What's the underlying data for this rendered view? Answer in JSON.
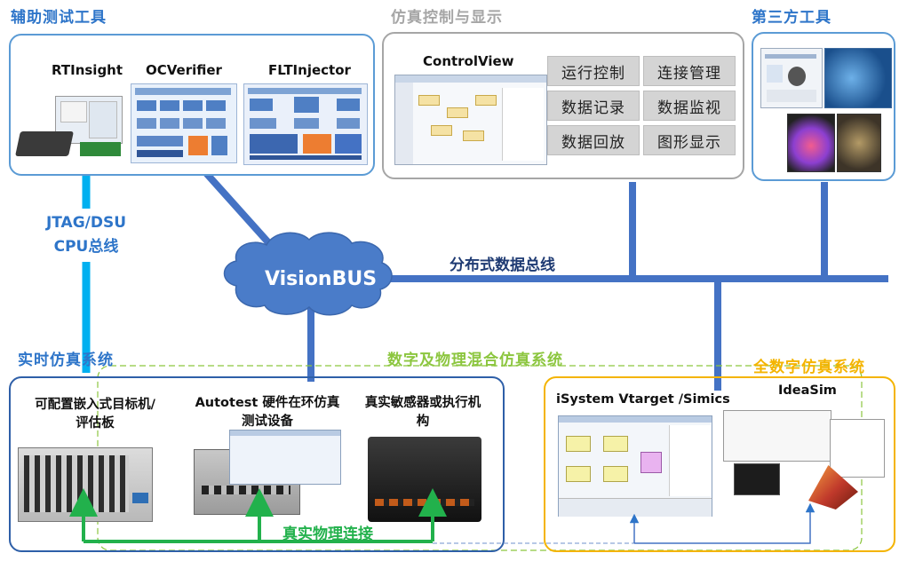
{
  "sections": {
    "aux_tools": {
      "title": "辅助测试工具"
    },
    "sim_control": {
      "title": "仿真控制与显示"
    },
    "third_party": {
      "title": "第三方工具"
    },
    "realtime": {
      "title": "实时仿真系统"
    },
    "hybrid": {
      "title": "数字及物理混合仿真系统"
    },
    "full_digital": {
      "title": "全数字仿真系统"
    }
  },
  "tools": {
    "rtinsight": "RTInsight",
    "ocverifier": "OCVerifier",
    "fltinjector": "FLTInjector"
  },
  "control_view": {
    "title": "ControlView",
    "functions": [
      "运行控制",
      "连接管理",
      "数据记录",
      "数据监视",
      "数据回放",
      "图形显示"
    ]
  },
  "buses": {
    "jtag_line1": "JTAG/DSU",
    "jtag_line2": "CPU总线",
    "visionbus": "VisionBUS",
    "distributed": "分布式数据总线",
    "physical": "真实物理连接"
  },
  "devices": {
    "embedded_target": "可配置嵌入式目标机/评估板",
    "autotest": "Autotest 硬件在环仿真测试设备",
    "sensor": "真实敏感器或执行机构",
    "isystem": "iSystem Vtarget /Simics",
    "ideasim": "IdeaSim"
  },
  "colors": {
    "section_blue": "#2e75c9",
    "section_gray": "#a6a6a6",
    "section_green": "#8cc63f",
    "section_orange": "#f4b400",
    "bus_blue": "#4472c4",
    "jtag_cyan": "#00b0f0",
    "physical_green": "#22b14c"
  }
}
